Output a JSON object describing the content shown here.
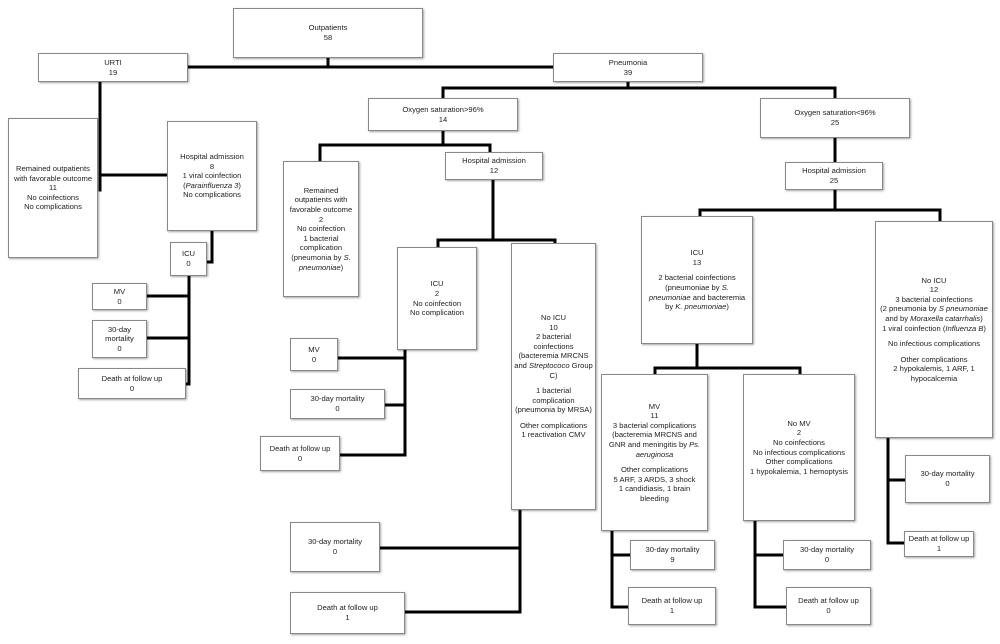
{
  "boxes": [
    {
      "id": "outpatients",
      "name": "outpatients-node",
      "lines": [
        "Outpatients",
        "58"
      ]
    },
    {
      "id": "urti",
      "name": "urti-node",
      "lines": [
        "URTI",
        "19"
      ]
    },
    {
      "id": "pneumonia",
      "name": "pneumonia-node",
      "lines": [
        "Pneumonia",
        "39"
      ]
    },
    {
      "id": "rem11",
      "name": "urti-remained-outpatients-node",
      "lines": [
        "Remained outpatients",
        "with favorable outcome",
        "11",
        "No coinfections",
        "No complications"
      ]
    },
    {
      "id": "hosp8",
      "name": "urti-hospital-admission-node",
      "lines": [
        "Hospital admission",
        "8",
        "1 viral coinfection",
        [
          [
            "(",
            false
          ],
          [
            "Parainfluenza 3",
            true
          ],
          [
            ")",
            false
          ]
        ],
        "No  complications"
      ]
    },
    {
      "id": "icu0",
      "name": "urti-icu-node",
      "lines": [
        "ICU",
        "0"
      ]
    },
    {
      "id": "mv0a",
      "name": "urti-mv-node",
      "lines": [
        "MV",
        "0"
      ]
    },
    {
      "id": "mort0a",
      "name": "urti-30-day-mortality-node",
      "lines": [
        "30-day",
        "mortality",
        "0"
      ]
    },
    {
      "id": "death0a",
      "name": "urti-death-follow-up-node",
      "lines": [
        "Death at follow up",
        "0"
      ]
    },
    {
      "id": "o2hi",
      "name": "oxygen-saturation-high-node",
      "lines": [
        "Oxygen saturation>96%",
        "14"
      ]
    },
    {
      "id": "o2lo",
      "name": "oxygen-saturation-low-node",
      "lines": [
        "Oxygen saturation<96%",
        "25"
      ]
    },
    {
      "id": "rem2",
      "name": "pneumonia-remained-outpatients-node",
      "lines": [
        "Remained",
        "outpatients with",
        "favorable outcome",
        "2",
        "No coinfection",
        "1 bacterial",
        "complication",
        [
          [
            "(pneumonia by ",
            false
          ],
          [
            "S.",
            true
          ]
        ],
        [
          [
            "pneumoniae",
            true
          ],
          [
            ")",
            false
          ]
        ]
      ]
    },
    {
      "id": "hosp12",
      "name": "hospital-admission-12-node",
      "lines": [
        "Hospital admission",
        "12"
      ]
    },
    {
      "id": "hosp25",
      "name": "hospital-admission-25-node",
      "lines": [
        "Hospital admission",
        "25"
      ]
    },
    {
      "id": "icu2",
      "name": "icu-2-node",
      "lines": [
        "ICU",
        "2",
        "No coinfection",
        "No complication"
      ]
    },
    {
      "id": "noicu10",
      "name": "no-icu-10-node",
      "lines": [
        "No ICU",
        "10",
        "2 bacterial",
        "coinfections",
        "(bacteremia MRCNS",
        [
          [
            "and ",
            false
          ],
          [
            "Streptococo",
            true
          ],
          [
            " Group",
            false
          ]
        ],
        "C)",
        "",
        "1 bacterial",
        "complication",
        "(pneumonia by MRSA)",
        "",
        "Other complications",
        "1 reactivation CMV"
      ]
    },
    {
      "id": "icu13",
      "name": "icu-13-node",
      "lines": [
        "ICU",
        "13",
        "",
        "2 bacterial coinfections",
        [
          [
            "(pneumoniae by ",
            false
          ],
          [
            "S.",
            true
          ]
        ],
        [
          [
            "pneumoniae",
            true
          ],
          [
            " and bacteremia",
            false
          ]
        ],
        [
          [
            "by ",
            false
          ],
          [
            "K. pneumoniae",
            true
          ],
          [
            ")",
            false
          ]
        ]
      ]
    },
    {
      "id": "noicu12",
      "name": "no-icu-12-node",
      "lines": [
        "No ICU",
        "12",
        "3 bacterial coinfections",
        [
          [
            "(2 pneumonia by ",
            false
          ],
          [
            "S pneumoniae",
            true
          ]
        ],
        [
          [
            "and  by ",
            false
          ],
          [
            "Moraxella catarrhalis",
            true
          ],
          [
            ")",
            false
          ]
        ],
        [
          [
            "1 viral coinfection (",
            false
          ],
          [
            "Influenza B",
            true
          ],
          [
            ")",
            false
          ]
        ],
        "",
        "No infectious complications",
        "",
        "Other complications",
        "2 hypokalemis, 1 ARF, 1",
        "hypocalcemia"
      ]
    },
    {
      "id": "mv11",
      "name": "mv-11-node",
      "lines": [
        "MV",
        "11",
        "3 bacterial complications",
        "(bacteremia MRCNS and",
        [
          [
            "GNR and meningitis by ",
            false
          ],
          [
            "Ps.",
            true
          ]
        ],
        [
          [
            "aeruginosa",
            true
          ]
        ],
        "",
        "Other complications",
        "5 ARF, 3 ARDS, 3 shock",
        "1 candidiasis, 1 brain",
        "bleeding"
      ]
    },
    {
      "id": "nomv2",
      "name": "no-mv-2-node",
      "lines": [
        "No MV",
        "2",
        "No coinfections",
        "No infectious complications",
        "Other complications",
        "1 hypokalemia, 1 hemoptysis"
      ]
    },
    {
      "id": "mv0b",
      "name": "icu2-mv-node",
      "lines": [
        "MV",
        "0"
      ]
    },
    {
      "id": "mort0b",
      "name": "icu2-30-day-mortality-node",
      "lines": [
        "30-day mortality",
        "0"
      ]
    },
    {
      "id": "death0b",
      "name": "icu2-death-follow-up-node",
      "lines": [
        "Death at follow up",
        "0"
      ]
    },
    {
      "id": "mort0c",
      "name": "no-icu10-30-day-mortality-node",
      "lines": [
        "30-day mortality",
        "0"
      ]
    },
    {
      "id": "death1c",
      "name": "no-icu10-death-follow-up-node",
      "lines": [
        "Death at follow up",
        "1"
      ]
    },
    {
      "id": "mort9",
      "name": "mv11-30-day-mortality-node",
      "lines": [
        "30-day mortality",
        "9"
      ]
    },
    {
      "id": "death1d",
      "name": "mv11-death-follow-up-node",
      "lines": [
        "Death at follow up",
        "1"
      ]
    },
    {
      "id": "mort0e",
      "name": "nomv2-30-day-mortality-node",
      "lines": [
        "30-day mortality",
        "0"
      ]
    },
    {
      "id": "death0e",
      "name": "nomv2-death-follow-up-node",
      "lines": [
        "Death at follow up",
        "0"
      ]
    },
    {
      "id": "mort0f",
      "name": "no-icu12-30-day-mortality-node",
      "lines": [
        "30-day mortality",
        "0"
      ]
    },
    {
      "id": "death1f",
      "name": "no-icu12-death-follow-up-node",
      "lines": [
        "Death at follow up",
        "1"
      ]
    }
  ]
}
